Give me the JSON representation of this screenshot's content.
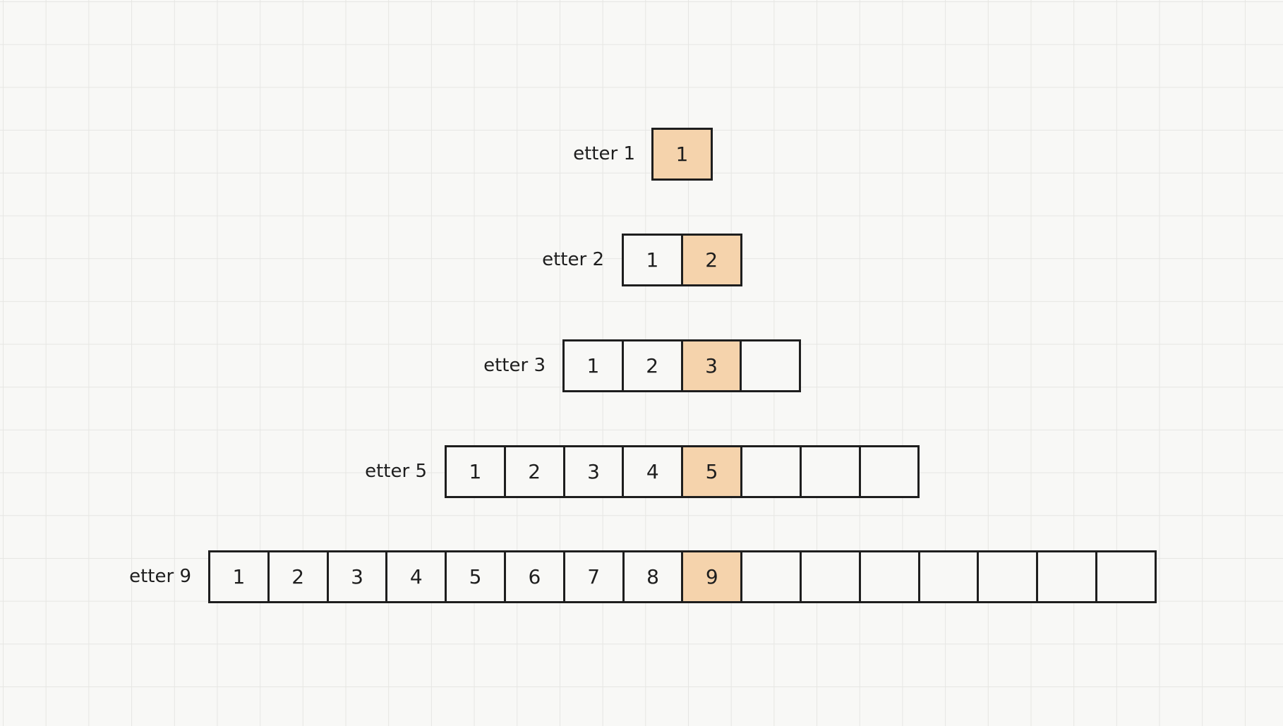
{
  "rows": [
    {
      "label": "etter 1",
      "capacity": 1,
      "items": [
        "1"
      ],
      "current_index": 0
    },
    {
      "label": "etter 2",
      "capacity": 2,
      "items": [
        "1",
        "2"
      ],
      "current_index": 1
    },
    {
      "label": "etter 3",
      "capacity": 4,
      "items": [
        "1",
        "2",
        "3"
      ],
      "current_index": 2
    },
    {
      "label": "etter 5",
      "capacity": 8,
      "items": [
        "1",
        "2",
        "3",
        "4",
        "5"
      ],
      "current_index": 4
    },
    {
      "label": "etter 9",
      "capacity": 16,
      "items": [
        "1",
        "2",
        "3",
        "4",
        "5",
        "6",
        "7",
        "8",
        "9"
      ],
      "current_index": 8
    }
  ],
  "colors": {
    "highlight": "#f5d3ac",
    "stroke": "#1e1e1e",
    "background": "#f8f8f6",
    "grid": "#e6e6e3"
  }
}
